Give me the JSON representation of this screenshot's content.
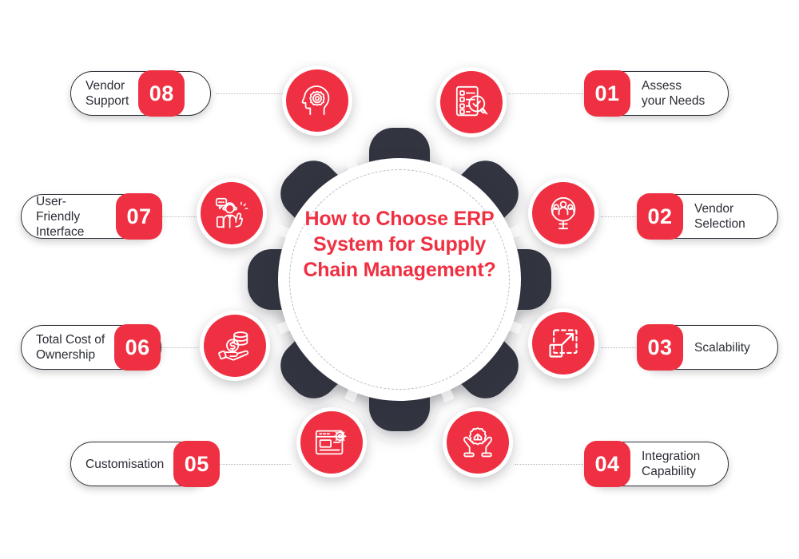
{
  "center": {
    "title_lines": "How to\nChoose ERP\nSystem for\nSupply Chain\nManagement?",
    "title_plain": "How to Choose ERP System for Supply Chain Management?"
  },
  "colors": {
    "accent_red": "#ef3042",
    "gear_dark": "#33363f",
    "pill_border": "#2e3038",
    "text_dark": "#2b2d35",
    "connector": "#b6b9c0",
    "background": "#ffffff"
  },
  "steps": [
    {
      "number": "01",
      "label": "Assess\nyour Needs",
      "icon": "checklist-magnifier-check-icon",
      "side": "right"
    },
    {
      "number": "02",
      "label": "Vendor\nSelection",
      "icon": "magnifier-people-group-icon",
      "side": "right"
    },
    {
      "number": "03",
      "label": "Scalability",
      "icon": "expand-arrow-squares-icon",
      "side": "right"
    },
    {
      "number": "04",
      "label": "Integration\nCapability",
      "icon": "hands-holding-gear-icon",
      "side": "right"
    },
    {
      "number": "05",
      "label": "Customisation",
      "icon": "browser-window-gear-icon",
      "side": "left"
    },
    {
      "number": "06",
      "label": "Total Cost of\nOwnership",
      "icon": "hand-holding-coins-icon",
      "side": "left"
    },
    {
      "number": "07",
      "label": "User-Friendly\nInterface",
      "icon": "support-agent-person-icon",
      "side": "left"
    },
    {
      "number": "08",
      "label": "Vendor\nSupport",
      "icon": "head-gear-thinking-icon",
      "side": "left"
    }
  ]
}
